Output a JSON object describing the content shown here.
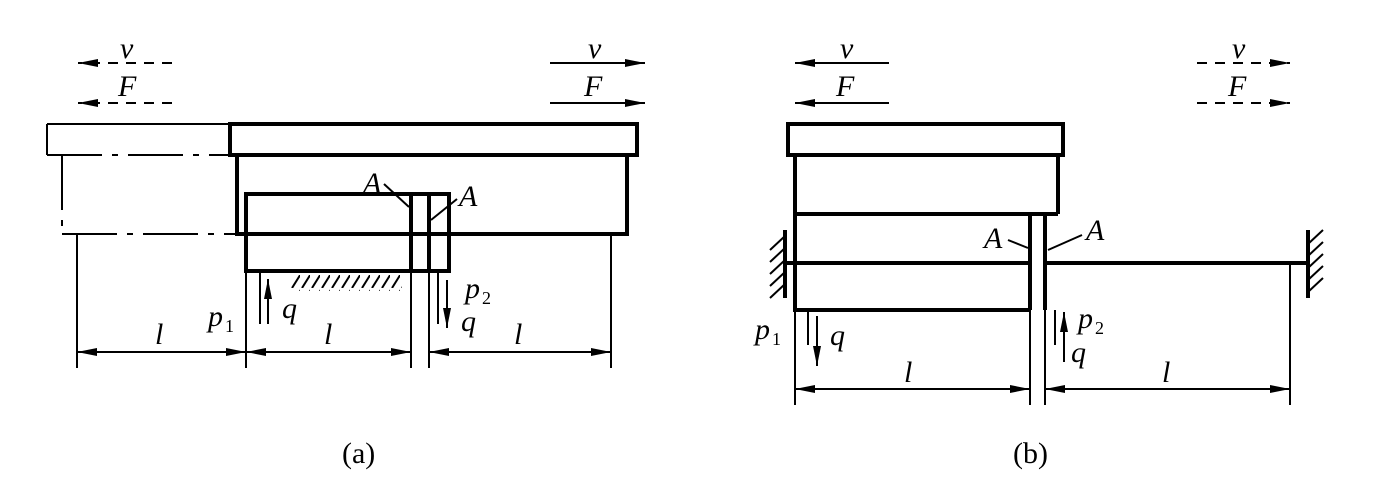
{
  "labels": {
    "v": "v",
    "F": "F",
    "A": "A",
    "l": "l",
    "q": "q",
    "p": "p",
    "sub1": "1",
    "sub2": "2"
  },
  "captions": {
    "a": "(a)",
    "b": "(b)"
  }
}
